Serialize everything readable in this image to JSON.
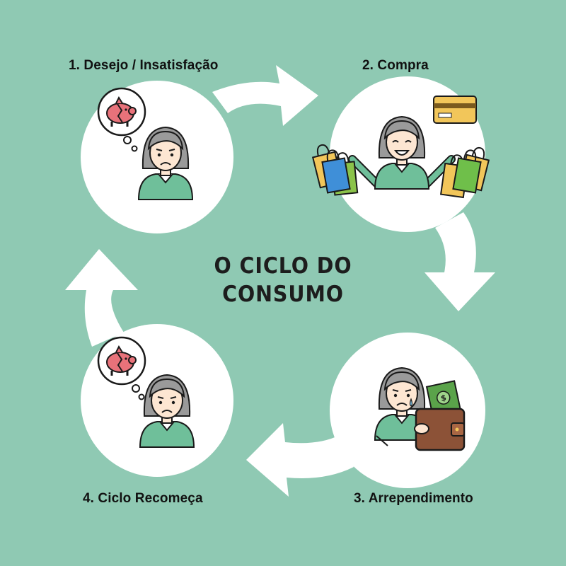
{
  "steps": [
    {
      "number": "1.",
      "label": "1. Desejo / Insatisfação",
      "mood": "sad",
      "thought_icon": "broken-piggy-bank-icon"
    },
    {
      "number": "2.",
      "label": "2. Compra",
      "mood": "happy",
      "items": [
        "credit-card-icon",
        "shopping-bags-icon"
      ]
    },
    {
      "number": "3.",
      "label": "3. Arrependimento",
      "mood": "crying",
      "items": [
        "wallet-icon",
        "money-bill-icon"
      ]
    },
    {
      "number": "4.",
      "label": "4. Ciclo Recomeça",
      "mood": "sad",
      "thought_icon": "broken-piggy-bank-icon"
    }
  ],
  "title": {
    "line1": "O CICLO DO",
    "line2": "CONSUMO"
  },
  "colors": {
    "background": "#8fc9b3",
    "circle": "#ffffff",
    "shirt": "#6fbf9a",
    "hair": "#9a9a9a",
    "skin": "#fde6d2",
    "piggy": "#e8727a",
    "card": "#f2c65a",
    "wallet": "#8c5237",
    "money": "#5aa34a"
  },
  "arrows": [
    "1-to-2",
    "2-to-3",
    "3-to-4",
    "4-to-1"
  ]
}
